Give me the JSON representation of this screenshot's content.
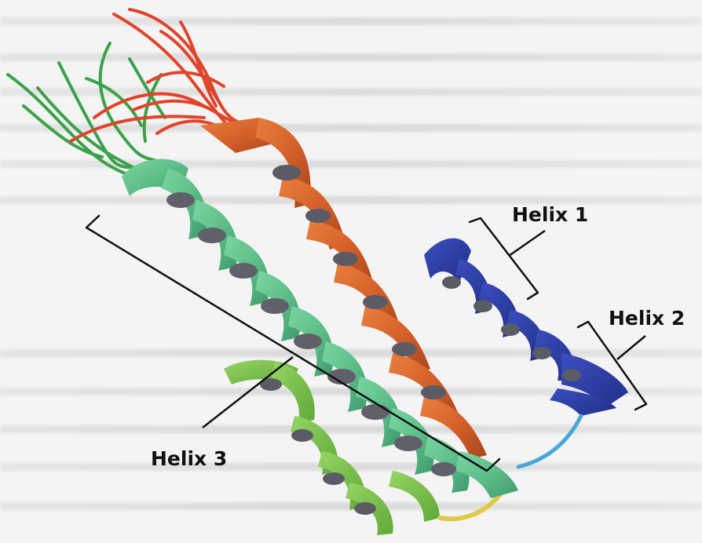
{
  "labels": {
    "helix1": "Helix 1",
    "helix2": "Helix 2",
    "helix3": "Helix 3"
  },
  "colors": {
    "background": "#f4f4f4",
    "helix1": "#2f3fa6",
    "helix2": "#2a3c9c",
    "helix3": "#5fbf8a",
    "orange_helix": "#d4612a",
    "red_loops": "#e0442a",
    "green_loops": "#3aa24a",
    "lower_green": "#7ec24f",
    "linker_cyan": "#4aa8d8",
    "linker_yellow": "#e0c84a",
    "bracket": "#111111"
  }
}
